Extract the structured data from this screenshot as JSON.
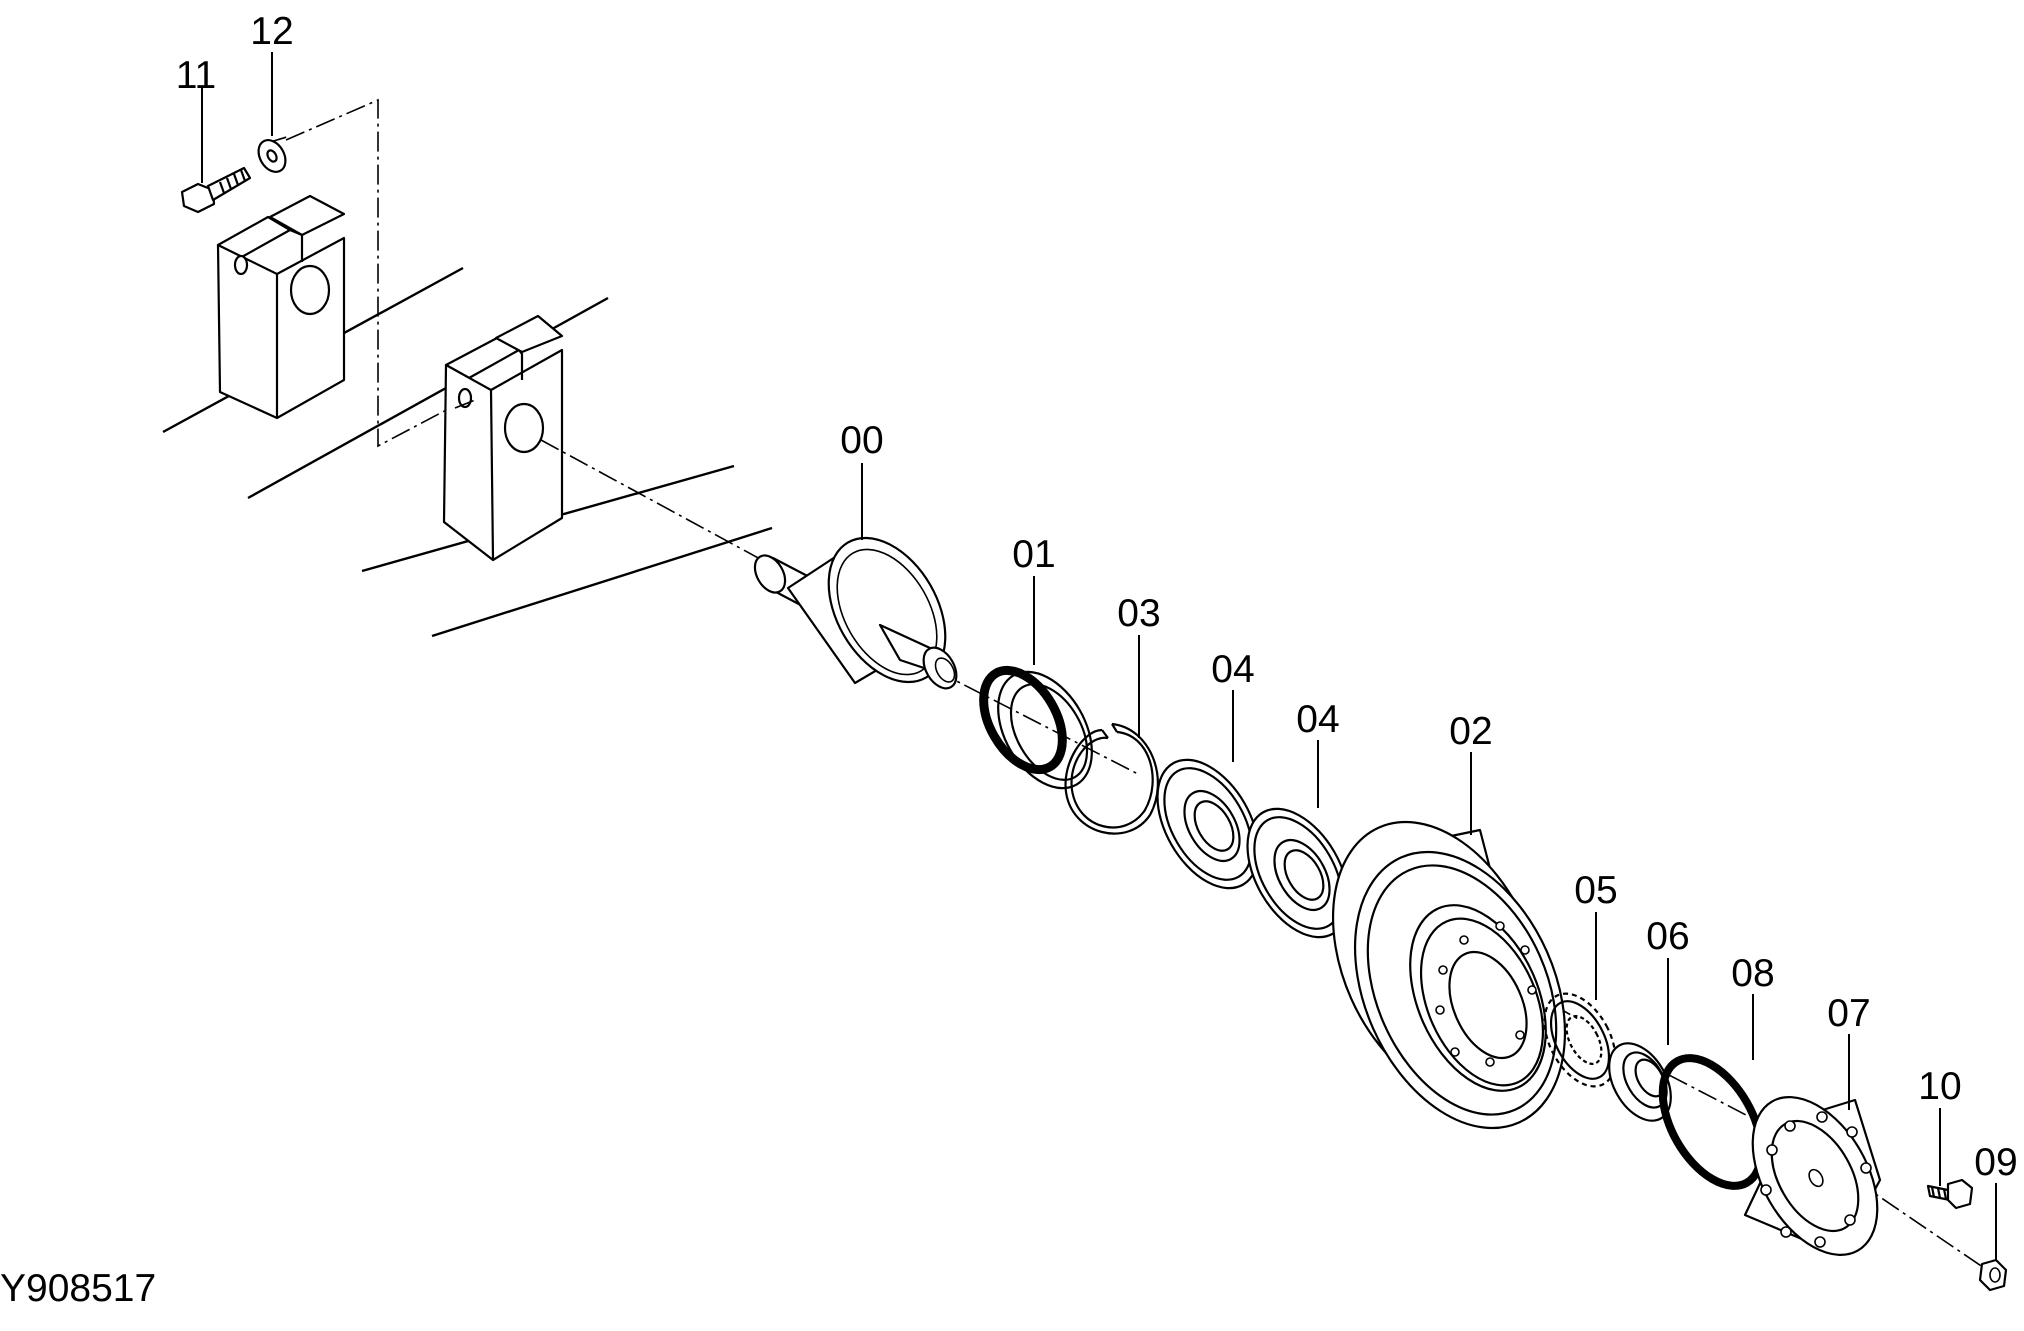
{
  "drawing_code": "Y908517",
  "callouts": {
    "p00": "00",
    "p01": "01",
    "p02": "02",
    "p03": "03",
    "p04a": "04",
    "p04b": "04",
    "p05": "05",
    "p06": "06",
    "p07": "07",
    "p08": "08",
    "p09": "09",
    "p10": "10",
    "p11": "11",
    "p12": "12"
  }
}
